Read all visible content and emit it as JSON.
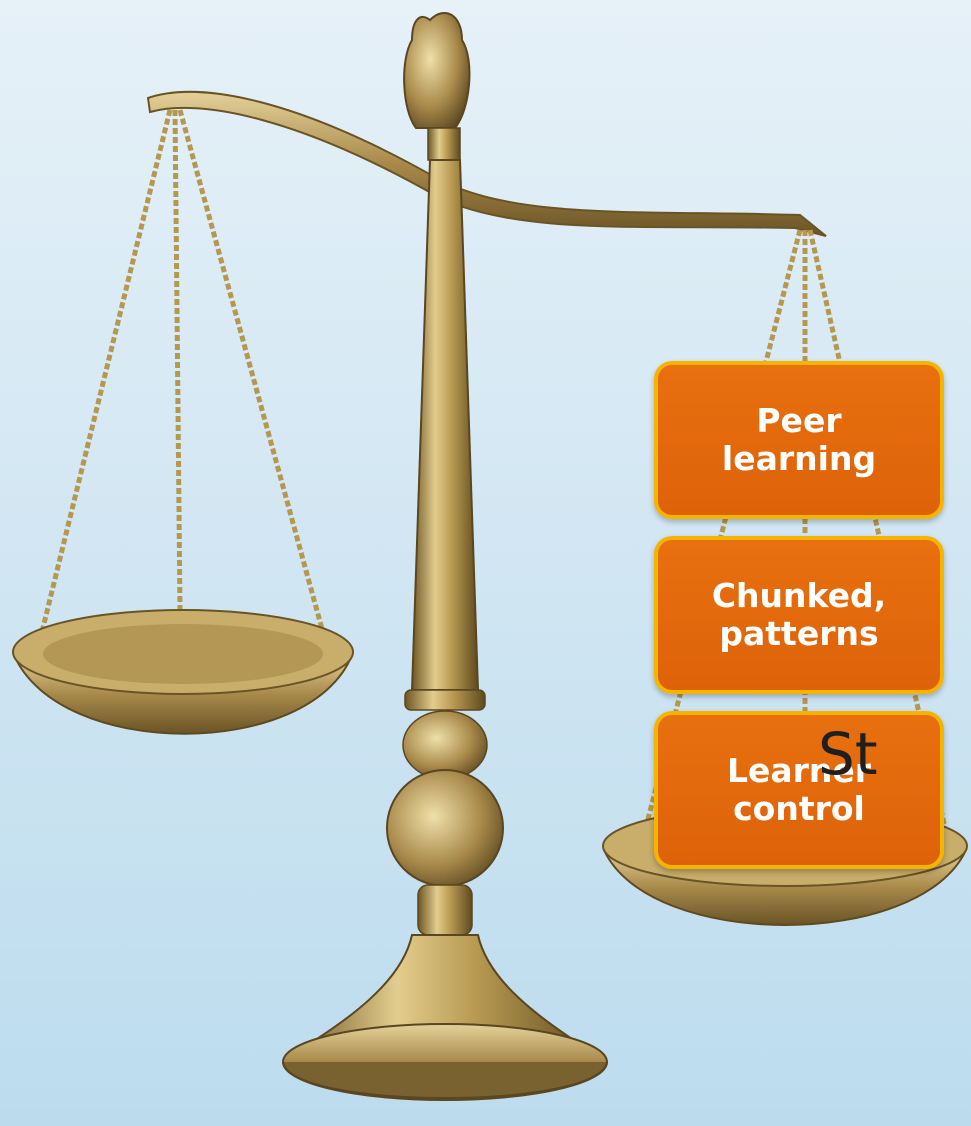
{
  "slide": {
    "boxes": [
      {
        "label": "Peer\nlearning"
      },
      {
        "label": "Chunked,\npatterns"
      },
      {
        "label": "Learner\ncontrol"
      }
    ],
    "caption": "St"
  },
  "colors": {
    "box_fill": "#e06a0c",
    "box_border": "#f5b400",
    "brass": "#b89a52"
  },
  "icons": [
    "balance-scale-icon"
  ]
}
